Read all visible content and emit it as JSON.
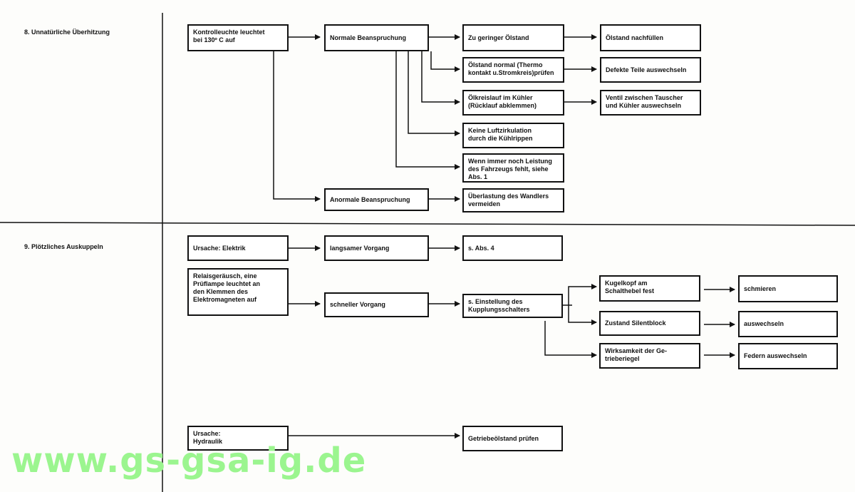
{
  "sections": [
    {
      "title": "8. Unnatürliche Überhitzung",
      "boxes": {
        "start": "Kontrolleuchte leuchtet\nbei 130º C auf",
        "normal": "Normale Beanspruchung",
        "oil_low": "Zu geringer Ölstand",
        "oil_fill": "Ölstand nachfüllen",
        "oil_normal": "Ölstand normal (Thermo\nkontakt u.Stromkreis)prüfen",
        "replace_parts": "Defekte Teile auswechseln",
        "oil_circuit": "Ölkreislauf im Kühler\n(Rücklauf abklemmen)",
        "valve": "Ventil zwischen Tauscher\nund Kühler auswechseln",
        "no_air": "Keine Luftzirkulation\ndurch die Kühlrippen",
        "still_lacking": "Wenn immer noch Leistung\ndes Fahrzeugs fehlt, siehe\nAbs. 1",
        "abnormal": "Anormale Beanspruchung",
        "overload": "Überlastung des Wandlers\nvermeiden"
      }
    },
    {
      "title": "9. Plötzliches Auskuppeln",
      "boxes": {
        "cause_elec": "Ursache:  Elektrik",
        "slow": "langsamer Vorgang",
        "see4": "s. Abs. 4",
        "relay": "Relaisgeräusch, eine\nPrüflampe leuchtet an\nden Klemmen des\nElektromagneten auf",
        "fast": "schneller Vorgang",
        "setting": "s. Einstellung des\nKupplungsschalters",
        "ball": "Kugelkopf am\nSchalthebel fest",
        "lube": "schmieren",
        "silent": "Zustand Silentblock",
        "replace": "auswechseln",
        "latch": "Wirksamkeit der Ge-\ntrieberiegel",
        "springs": "Federn auswechseln",
        "cause_hyd": "Ursache:\nHydraulik",
        "gear_oil": "Getriebeölstand prüfen"
      }
    }
  ],
  "watermark": "www.gs-gsa-ig.de"
}
